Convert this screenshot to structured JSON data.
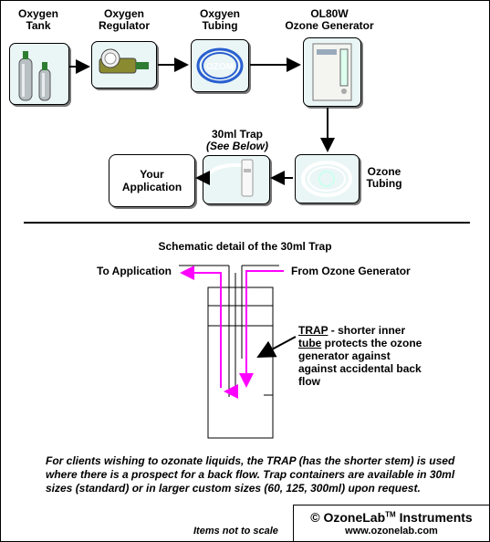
{
  "flow": {
    "oxygen_tank": {
      "line1": "Oxygen",
      "line2": "Tank"
    },
    "oxygen_regulator": {
      "line1": "Oxygen",
      "line2": "Regulator"
    },
    "oxygen_tubing": {
      "line1": "Oxgyen",
      "line2": "Tubing"
    },
    "ozone_generator": {
      "line1": "OL80W",
      "line2": "Ozone Generator"
    },
    "trap": {
      "line1": "30ml Trap",
      "line2": "(See Below)"
    },
    "ozone_tubing": {
      "line1": "Ozone",
      "line2": "Tubing"
    },
    "application": {
      "line1": "Your",
      "line2": "Application"
    },
    "tubing_logo_text": "OZOM"
  },
  "schematic": {
    "title": "Schematic detail of the 30ml Trap",
    "to_application": "To Application",
    "from_generator": "From Ozone Generator",
    "trap_label": "TRAP",
    "trap_desc_1": " - shorter inner",
    "trap_desc_2": "tube",
    "trap_desc_3": " protects the ozone generator against against accidental back flow"
  },
  "footer": {
    "note": "For clients wishing to ozonate liquids, the TRAP (has the shorter stem) is used where there is a prospect for a back flow. Trap containers are available in 30ml sizes (standard) or in larger custom sizes (60, 125, 300ml) upon request.",
    "scale": "Items not to scale",
    "brand_prefix": "© OzoneLab",
    "brand_tm": "TM",
    "brand_suffix": " Instruments",
    "url": "www.ozonelab.com"
  },
  "colors": {
    "flow_arrow": "#ff00ff",
    "box_fill": "#eaf6f5",
    "tubing": "#2a5fd0"
  }
}
